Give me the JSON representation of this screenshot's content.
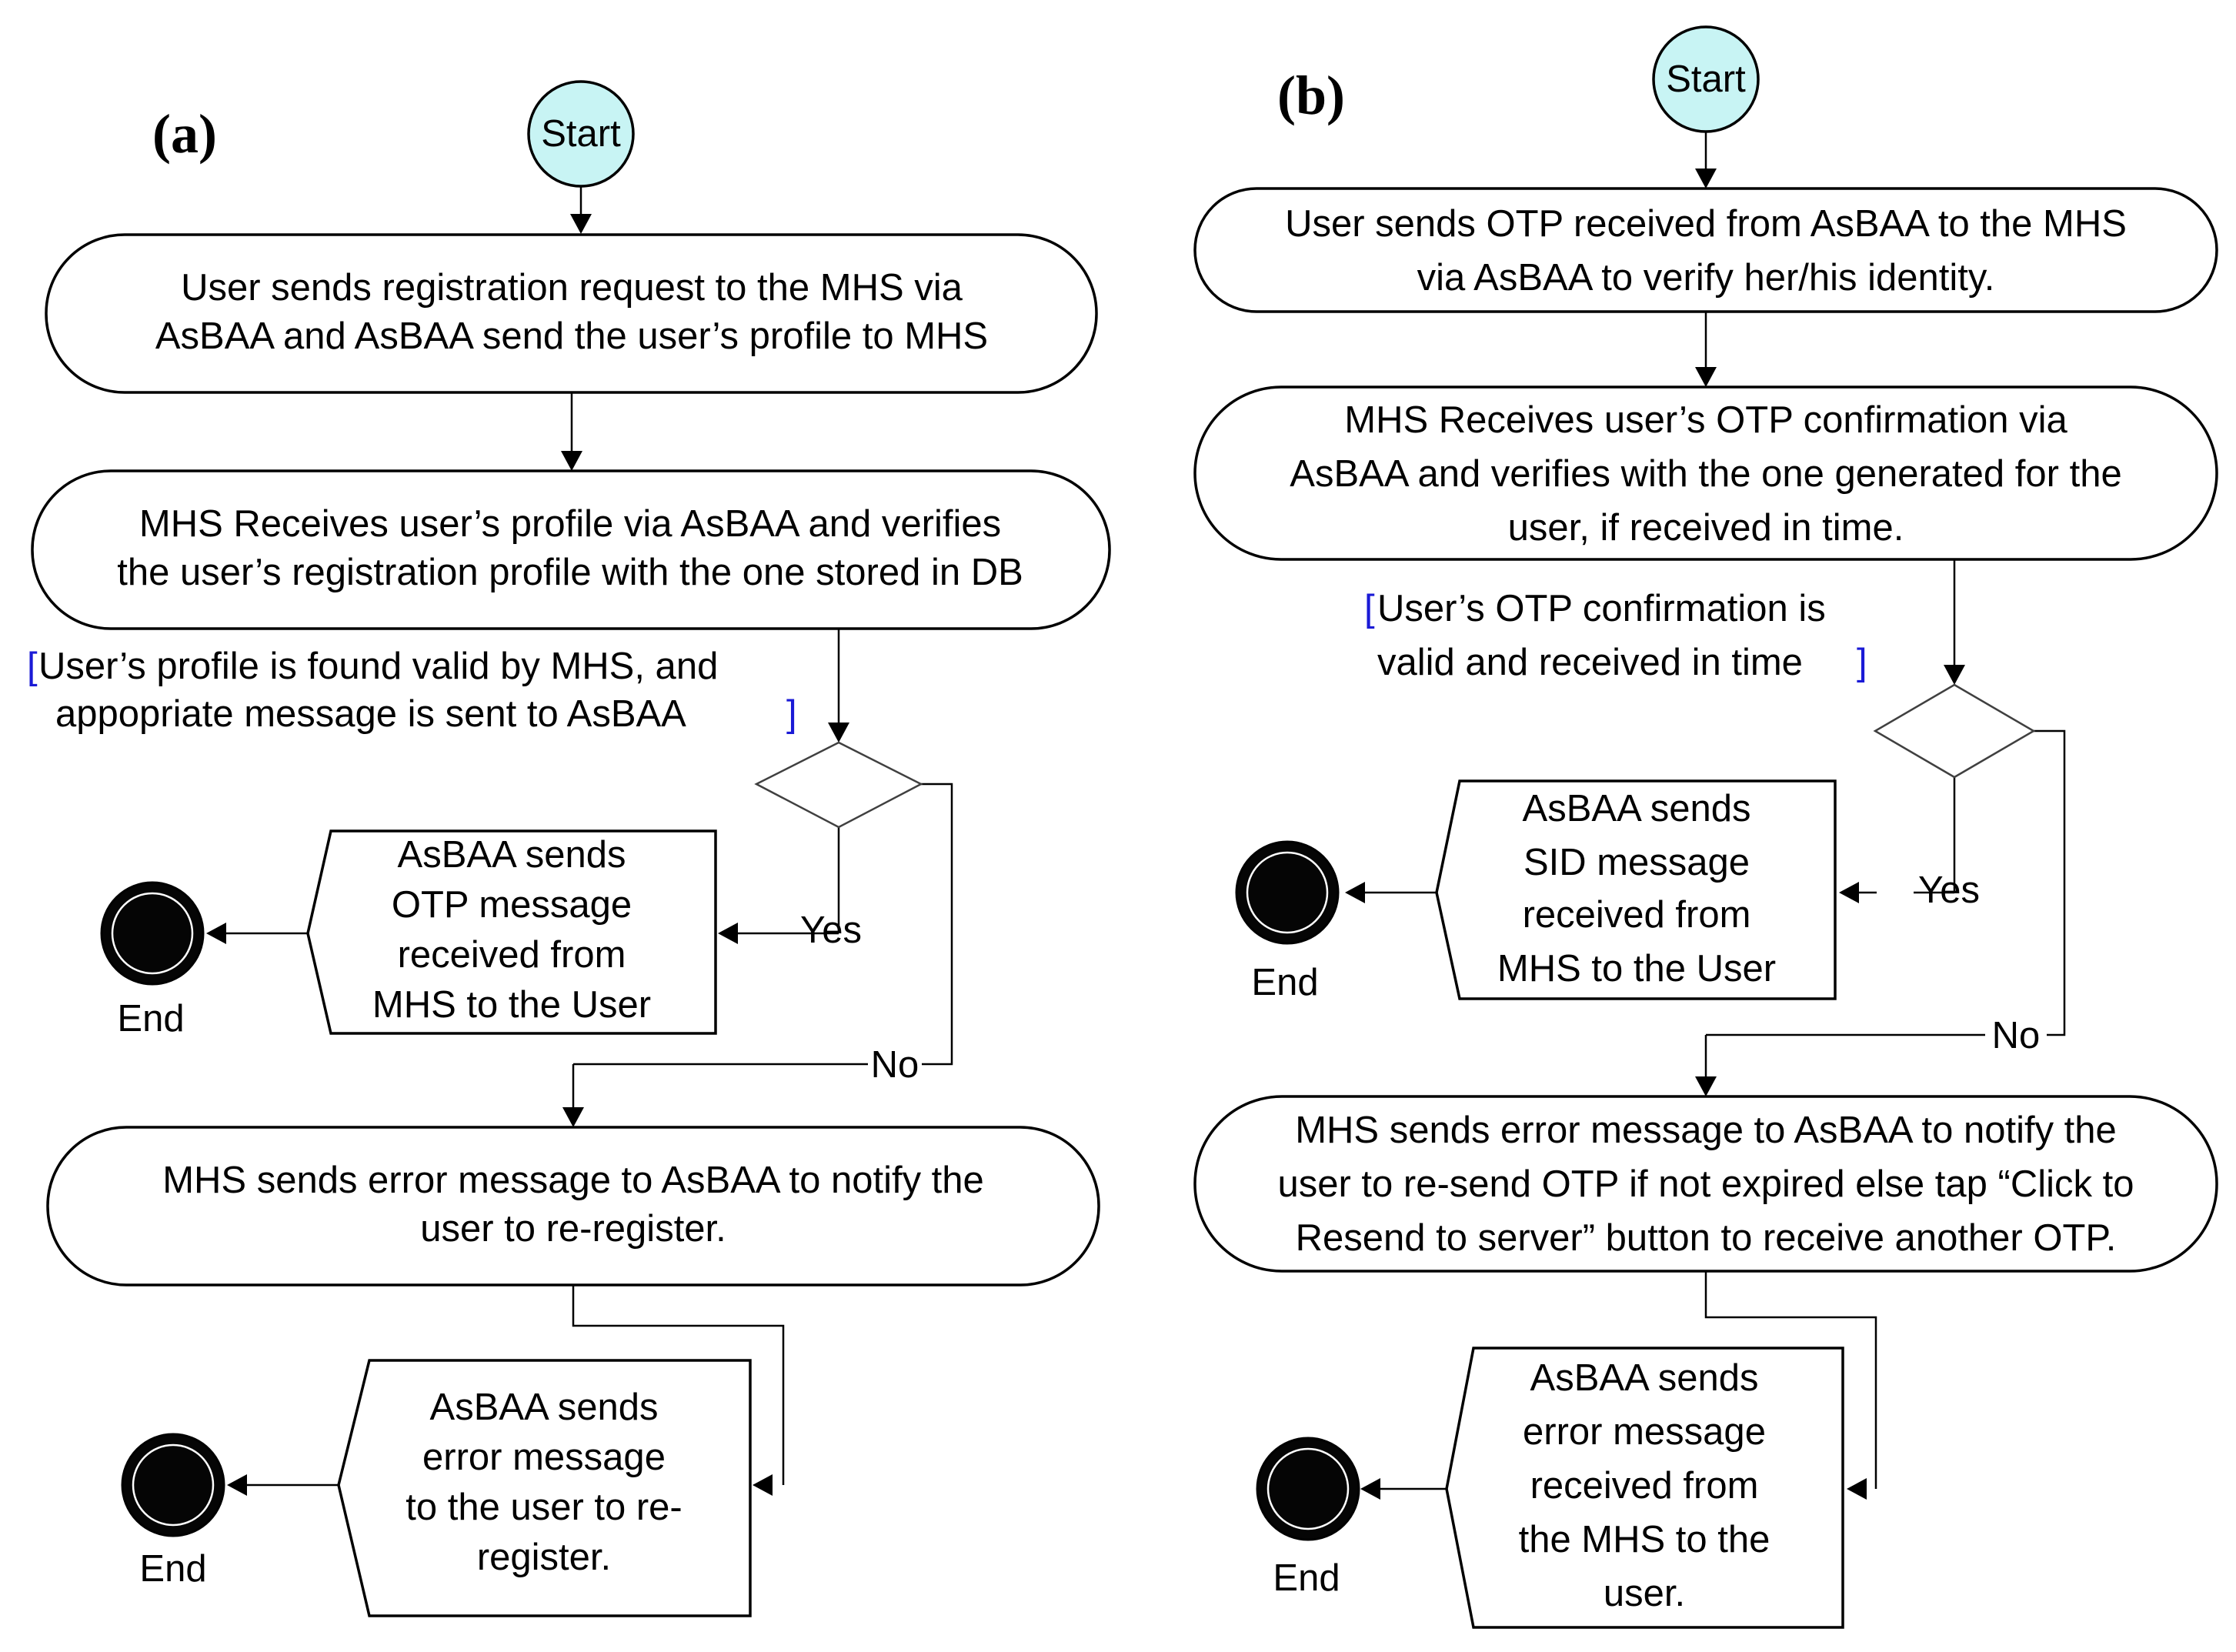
{
  "panel_a": {
    "label": "(a)",
    "start": "Start",
    "step1": [
      "User sends registration request to the MHS via",
      "AsBAA and AsBAA send the user’s profile to MHS"
    ],
    "step2": [
      "MHS Receives user’s profile via AsBAA and verifies",
      "the user’s registration profile with the one stored in DB"
    ],
    "guard": {
      "open": "[",
      "lines": [
        "User’s profile is found valid by MHS, and",
        "appopriate message is sent to AsBAA"
      ],
      "close": "]"
    },
    "yes": "Yes",
    "no": "No",
    "send_otp": [
      "AsBAA sends",
      "OTP message",
      "received from",
      "MHS to the User"
    ],
    "end_1": "End",
    "error": [
      "MHS sends error message to AsBAA to notify the",
      "user to re-register."
    ],
    "send_error": [
      "AsBAA sends",
      "error message",
      "to the user to re-",
      "register."
    ],
    "end_2": "End"
  },
  "panel_b": {
    "label": "(b)",
    "start": "Start",
    "step1": [
      "User sends OTP received from AsBAA to the MHS",
      "via AsBAA to verify her/his identity."
    ],
    "step2": [
      "MHS Receives user’s OTP confirmation via",
      "AsBAA and verifies with the one generated for the",
      "user, if received in time."
    ],
    "guard": {
      "open": "[",
      "lines": [
        "User’s OTP confirmation is",
        "valid and received in time"
      ],
      "close": "]"
    },
    "yes": "Yes",
    "no": "No",
    "send_sid": [
      "AsBAA sends",
      "SID message",
      "received from",
      "MHS to the User"
    ],
    "end_1": "End",
    "error": [
      "MHS sends error message to AsBAA to notify the",
      "user to re-send OTP if not expired else tap “Click to",
      "Resend to server” button to receive another OTP."
    ],
    "send_error": [
      "AsBAA sends",
      "error message",
      "received from",
      "the MHS to the",
      "user."
    ],
    "end_2": "End"
  },
  "colors": {
    "start_fill": "#c8f4f4",
    "end_fill": "#050505",
    "guard_bracket": "#1a1ad6"
  }
}
